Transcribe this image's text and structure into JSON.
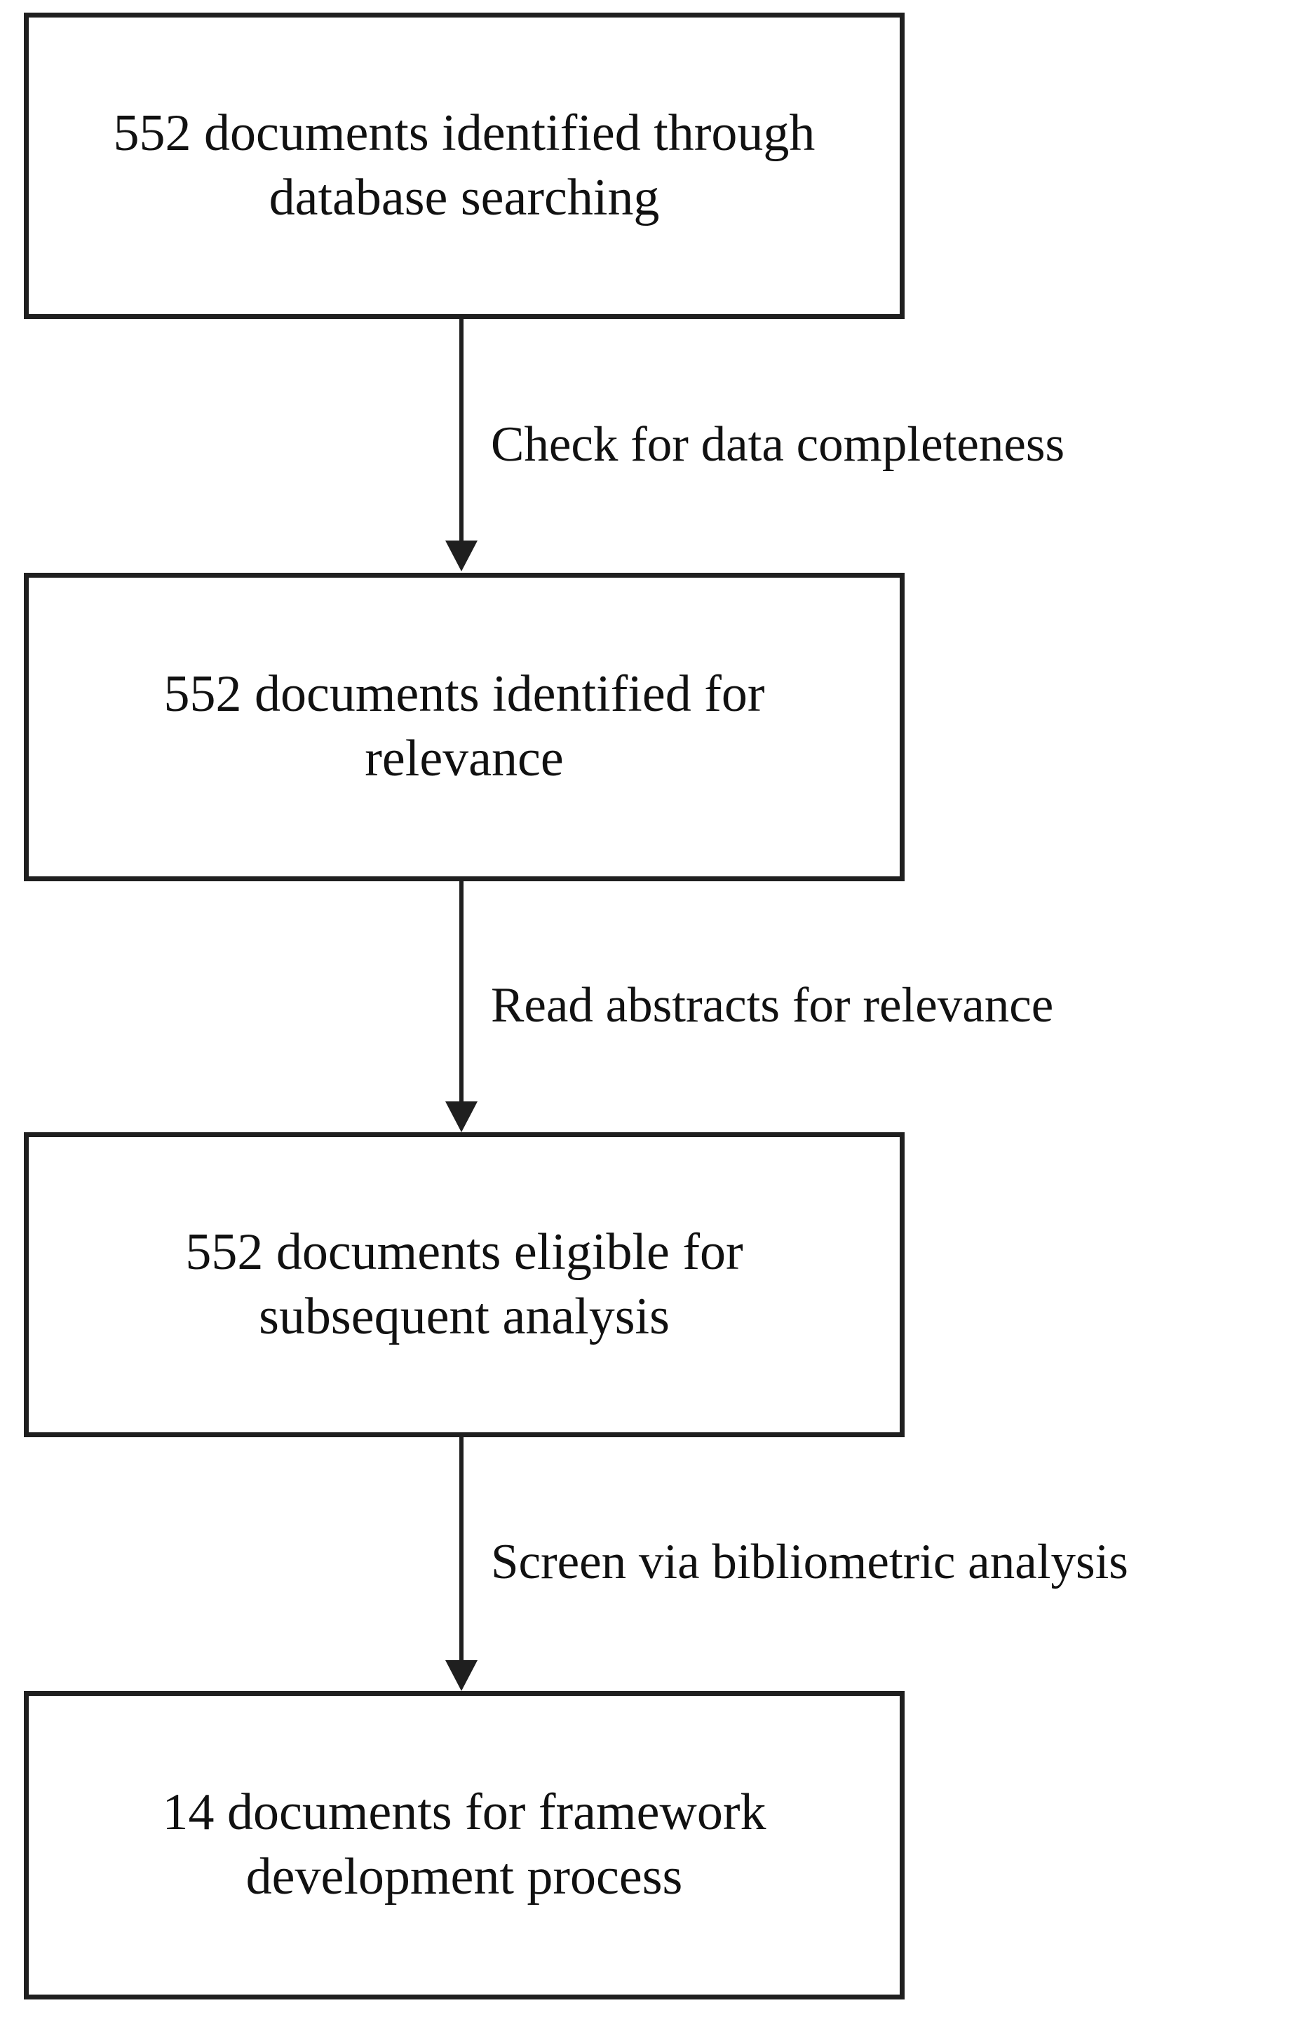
{
  "flowchart": {
    "boxes": [
      {
        "label": "552 documents identified through database searching"
      },
      {
        "label": "552 documents identified for relevance"
      },
      {
        "label": "552 documents eligible for subsequent analysis"
      },
      {
        "label": "14 documents for framework development process"
      }
    ],
    "arrows": [
      {
        "label": "Check for data completeness"
      },
      {
        "label": "Read abstracts for relevance"
      },
      {
        "label": "Screen via bibliometric analysis"
      }
    ],
    "colors": {
      "border": "#1f1f1f",
      "arrow": "#1f1f1f",
      "text": "#111111",
      "background": "#ffffff"
    }
  }
}
